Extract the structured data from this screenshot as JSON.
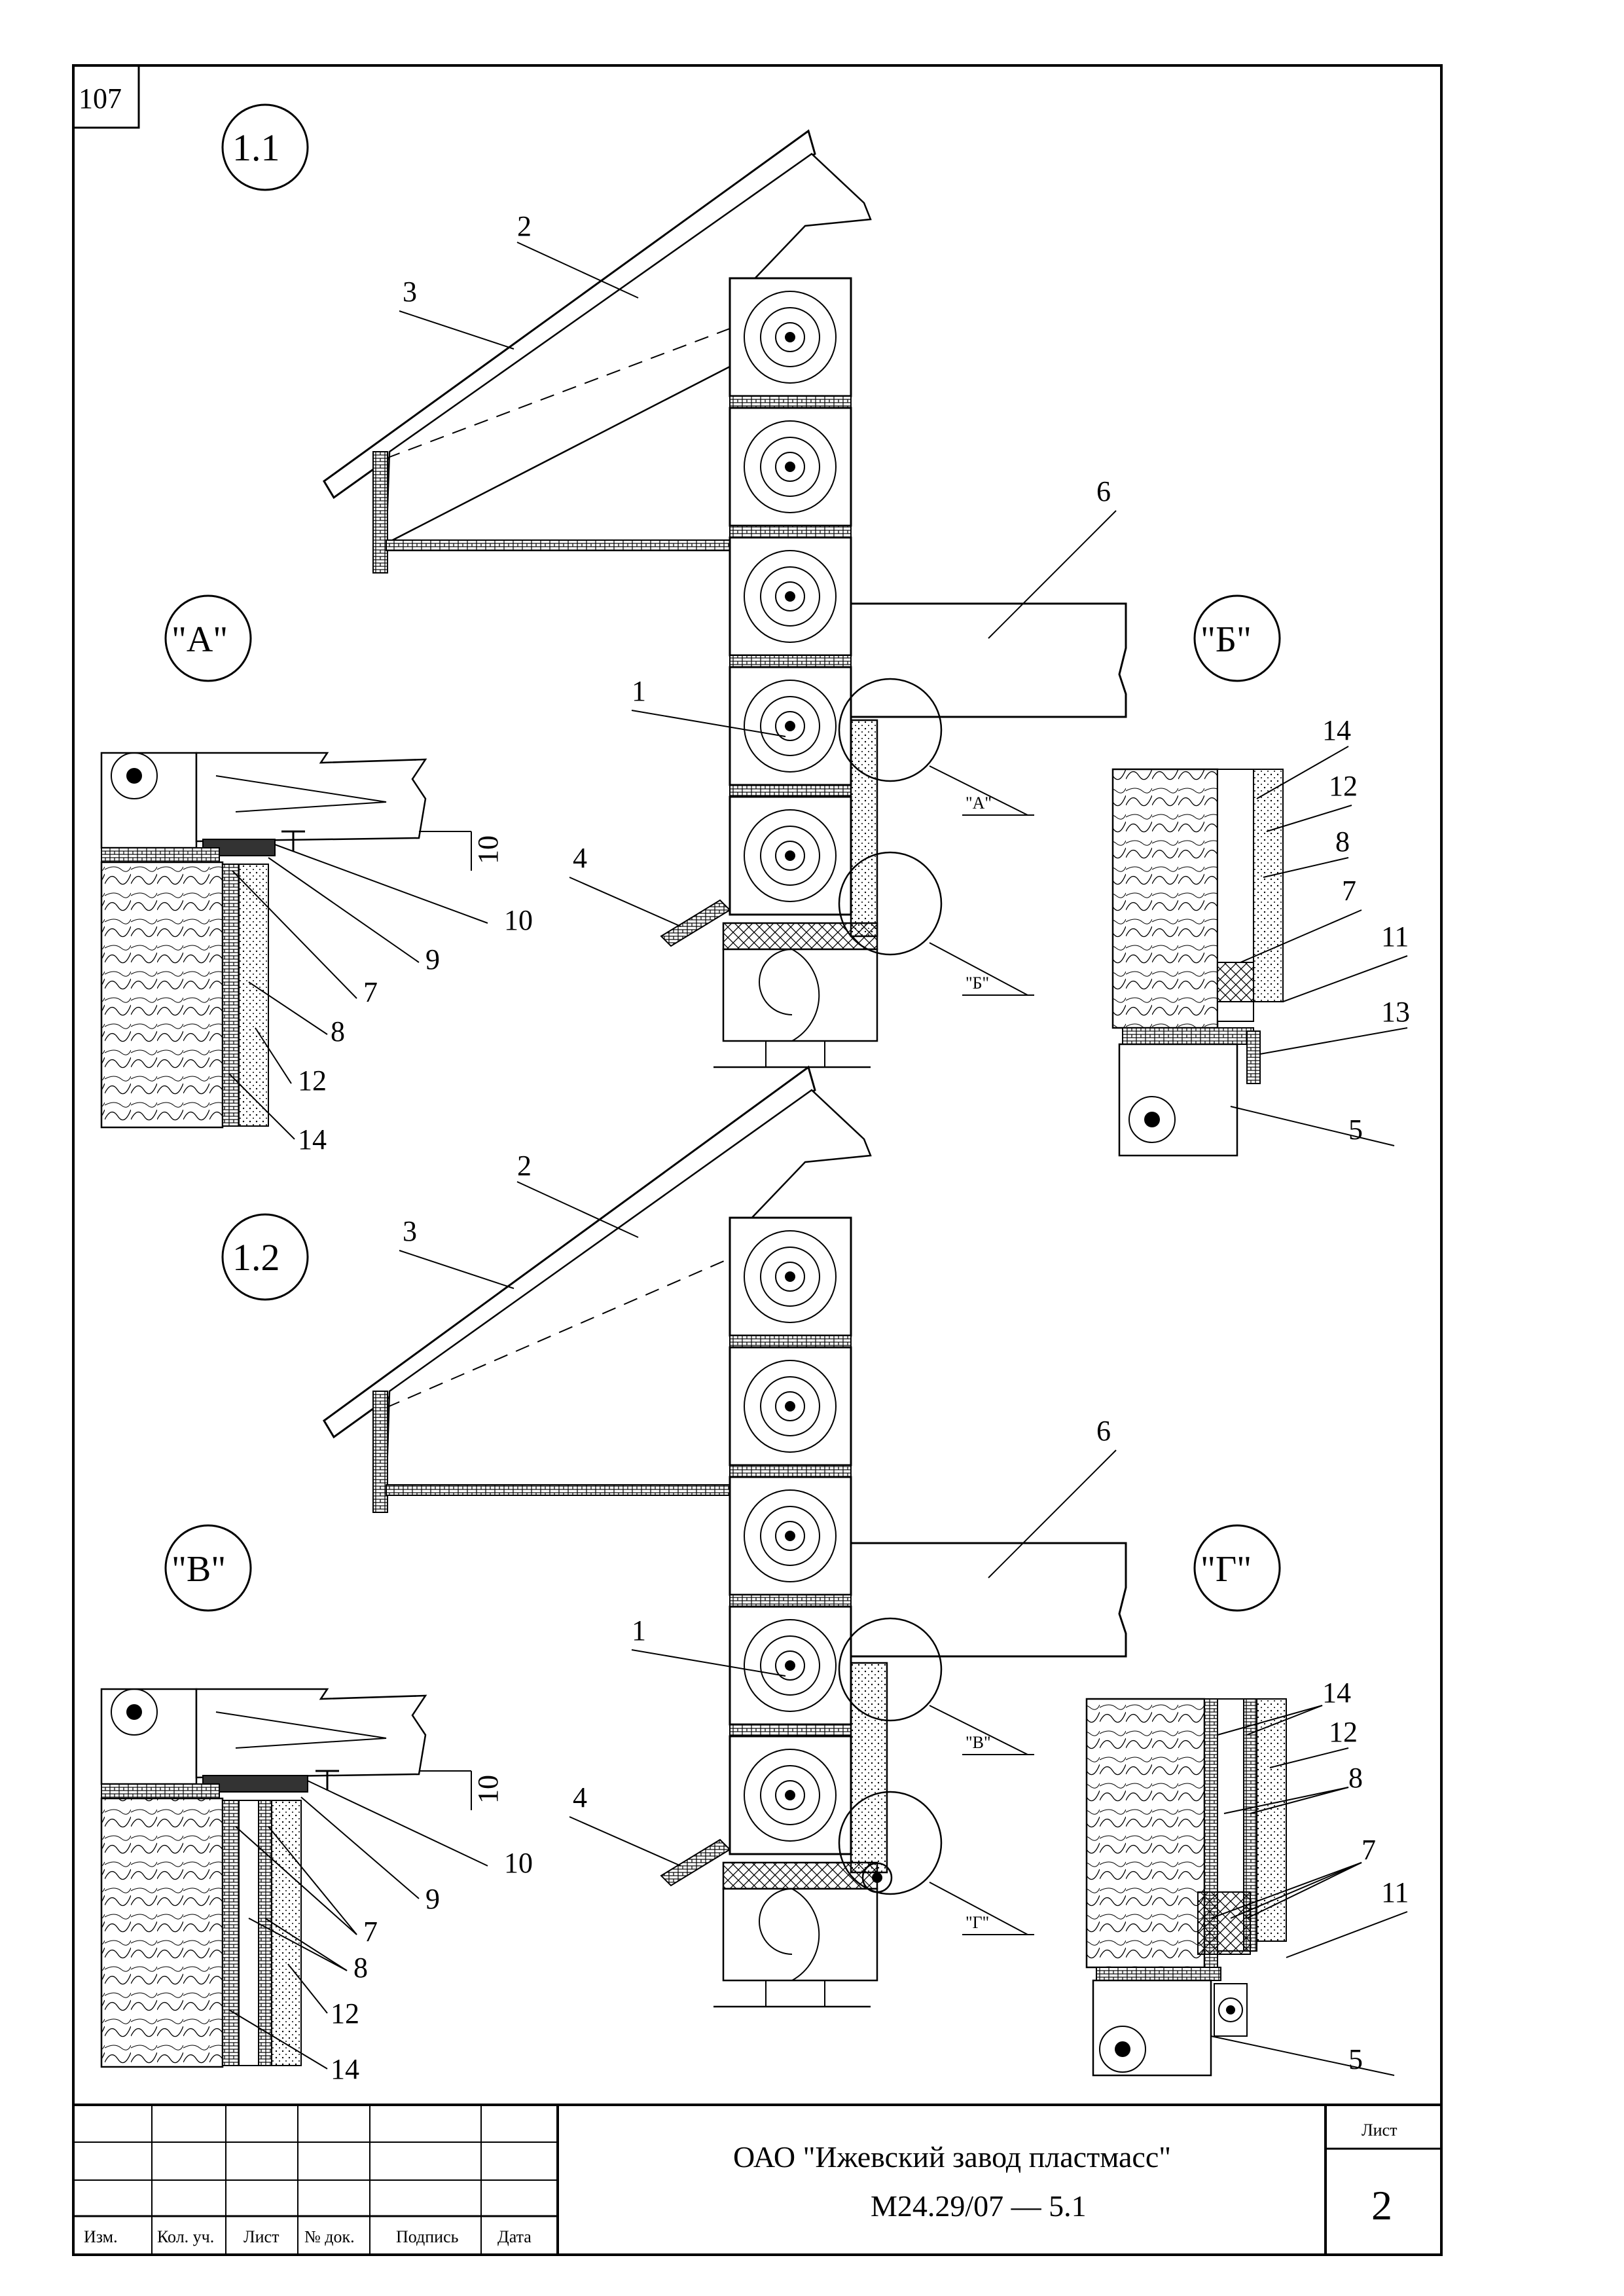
{
  "page_number": "107",
  "section_1": {
    "title": "1.1",
    "labels": {
      "rafter": "2",
      "roof": "3",
      "log": "1",
      "sill": "4",
      "joist": "6"
    },
    "callout_a": "\"А\"",
    "callout_b": "\"Б\"",
    "ref_a": "\"А\"",
    "ref_b": "\"Б\""
  },
  "detail_a": {
    "title": "\"А\"",
    "dim": "10",
    "labels": [
      "10",
      "9",
      "7",
      "8",
      "12",
      "14"
    ]
  },
  "detail_b": {
    "title": "\"Б\"",
    "labels": [
      "14",
      "12",
      "8",
      "7",
      "11",
      "13",
      "5"
    ]
  },
  "section_2": {
    "title": "1.2",
    "labels": {
      "rafter": "2",
      "roof": "3",
      "log": "1",
      "sill": "4",
      "joist": "6"
    },
    "callout_v": "\"В\"",
    "callout_g": "\"Г\"",
    "ref_v": "\"В\"",
    "ref_g": "\"Г\""
  },
  "detail_v": {
    "title": "\"В\"",
    "dim": "10",
    "labels": [
      "10",
      "9",
      "7",
      "8",
      "12",
      "14"
    ]
  },
  "detail_g": {
    "title": "\"Г\"",
    "labels": [
      "14",
      "12",
      "8",
      "7",
      "11",
      "5"
    ]
  },
  "title_block": {
    "company": "ОАО \"Ижевский завод пластмасс\"",
    "doc_code": "М24.29/07  —  5.1",
    "sheet_label": "Лист",
    "sheet_number": "2",
    "columns": [
      "Изм.",
      "Кол. уч.",
      "Лист",
      "№ док.",
      "Подпись",
      "Дата"
    ]
  }
}
